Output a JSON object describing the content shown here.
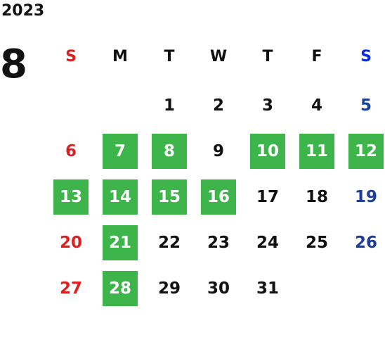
{
  "calendar": {
    "year": "2023",
    "month": "8",
    "weekdays": [
      "S",
      "M",
      "T",
      "W",
      "T",
      "F",
      "S"
    ],
    "weeks": [
      [
        "",
        "",
        "1",
        "2",
        "3",
        "4",
        "5"
      ],
      [
        "6",
        "7",
        "8",
        "9",
        "10",
        "11",
        "12"
      ],
      [
        "13",
        "14",
        "15",
        "16",
        "17",
        "18",
        "19"
      ],
      [
        "20",
        "21",
        "22",
        "23",
        "24",
        "25",
        "26"
      ],
      [
        "27",
        "28",
        "29",
        "30",
        "31",
        "",
        ""
      ]
    ],
    "highlighted_days": [
      "7",
      "8",
      "10",
      "11",
      "12",
      "13",
      "14",
      "15",
      "16",
      "21",
      "28"
    ]
  },
  "colors": {
    "highlight": "#3db54a",
    "sunday": "#e02020",
    "saturday": "#1a3e9a",
    "saturday_header": "#0a2ae6",
    "text": "#111111"
  }
}
